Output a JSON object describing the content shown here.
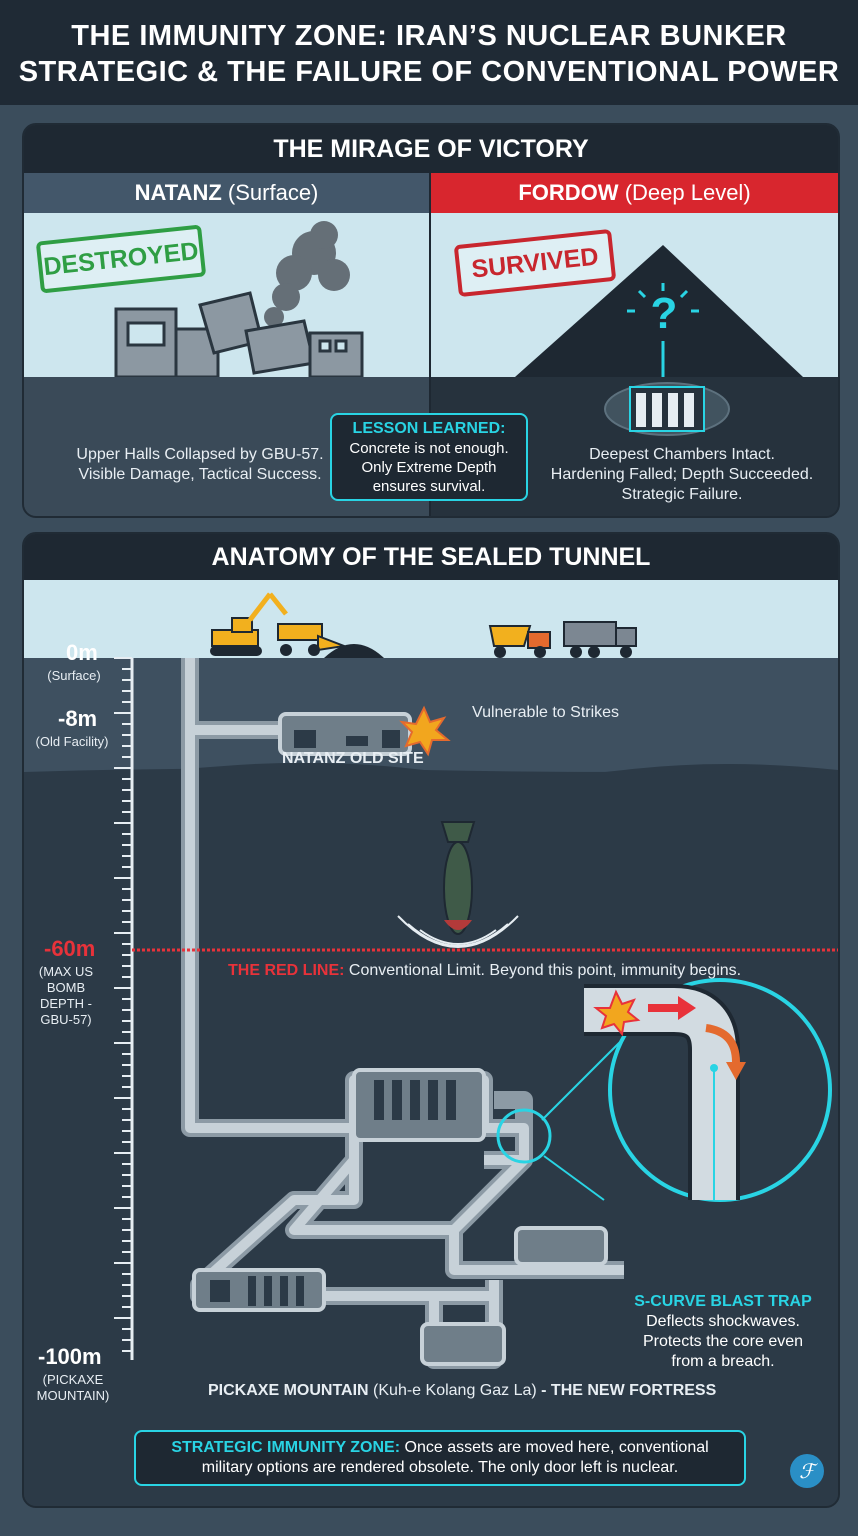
{
  "title": {
    "line1": "THE IMMUNITY ZONE: IRAN’S NUCLEAR BUNKER",
    "line2": "STRATEGIC & THE FAILURE OF CONVENTIONAL POWER"
  },
  "mirage": {
    "heading": "THE MIRAGE OF VICTORY",
    "natanz": {
      "name": "NATANZ",
      "qualifier": "(Surface)",
      "stamp": "DESTROYED",
      "caption_line1": "Upper Halls Collapsed by GBU-57.",
      "caption_line2": "Visible Damage, Tactical Success."
    },
    "fordow": {
      "name": "FORDOW",
      "qualifier": "(Deep Level)",
      "stamp": "SURVIVED",
      "mark": "?",
      "caption_line1": "Deepest Chambers Intact.",
      "caption_line2": "Hardening Falled; Depth Succeeded.",
      "caption_line3": "Strategic Failure."
    },
    "lesson": {
      "heading": "LESSON LEARNED:",
      "line1": "Concrete is not enough.",
      "line2": "Only Extreme Depth",
      "line3": "ensures survival."
    }
  },
  "tunnel": {
    "heading": "ANATOMY OF THE SEALED TUNNEL",
    "depths": [
      {
        "label": "0m",
        "sub": "(Surface)"
      },
      {
        "label": "-8m",
        "sub": "(Old Facility)"
      },
      {
        "label": "-60m",
        "sub": "(MAX US BOMB DEPTH - GBU-57)"
      },
      {
        "label": "-100m",
        "sub": "(PICKAXE MOUNTAIN)"
      }
    ],
    "old_site_label": "NATANZ OLD SITE",
    "strike_label": "Vulnerable to Strikes",
    "red_line": {
      "prefix": "THE RED LINE:",
      "text": "Conventional Limit. Beyond this point, immunity begins."
    },
    "blast_trap": {
      "heading": "S-CURVE BLAST TRAP",
      "line1": "Deflects shockwaves.",
      "line2": "Protects the core even",
      "line3": "from a breach."
    },
    "fortress": {
      "name": "PICKAXE MOUNTAIN",
      "local": "(Kuh-e Kolang Gaz La)",
      "suffix": "- THE NEW FORTRESS"
    },
    "zone": {
      "prefix": "STRATEGIC IMMUNITY ZONE:",
      "text_line1": "Once assets are moved here, conventional",
      "text_line2": "military options are rendered obsolete. The only door left is nuclear."
    }
  },
  "colors": {
    "title_bg": "#1f2a35",
    "panel_bg": "#2c3a47",
    "sky": "#cde6ee",
    "cyan": "#29d4e4",
    "red": "#e8323a",
    "green_stamp": "#2f9e44"
  }
}
